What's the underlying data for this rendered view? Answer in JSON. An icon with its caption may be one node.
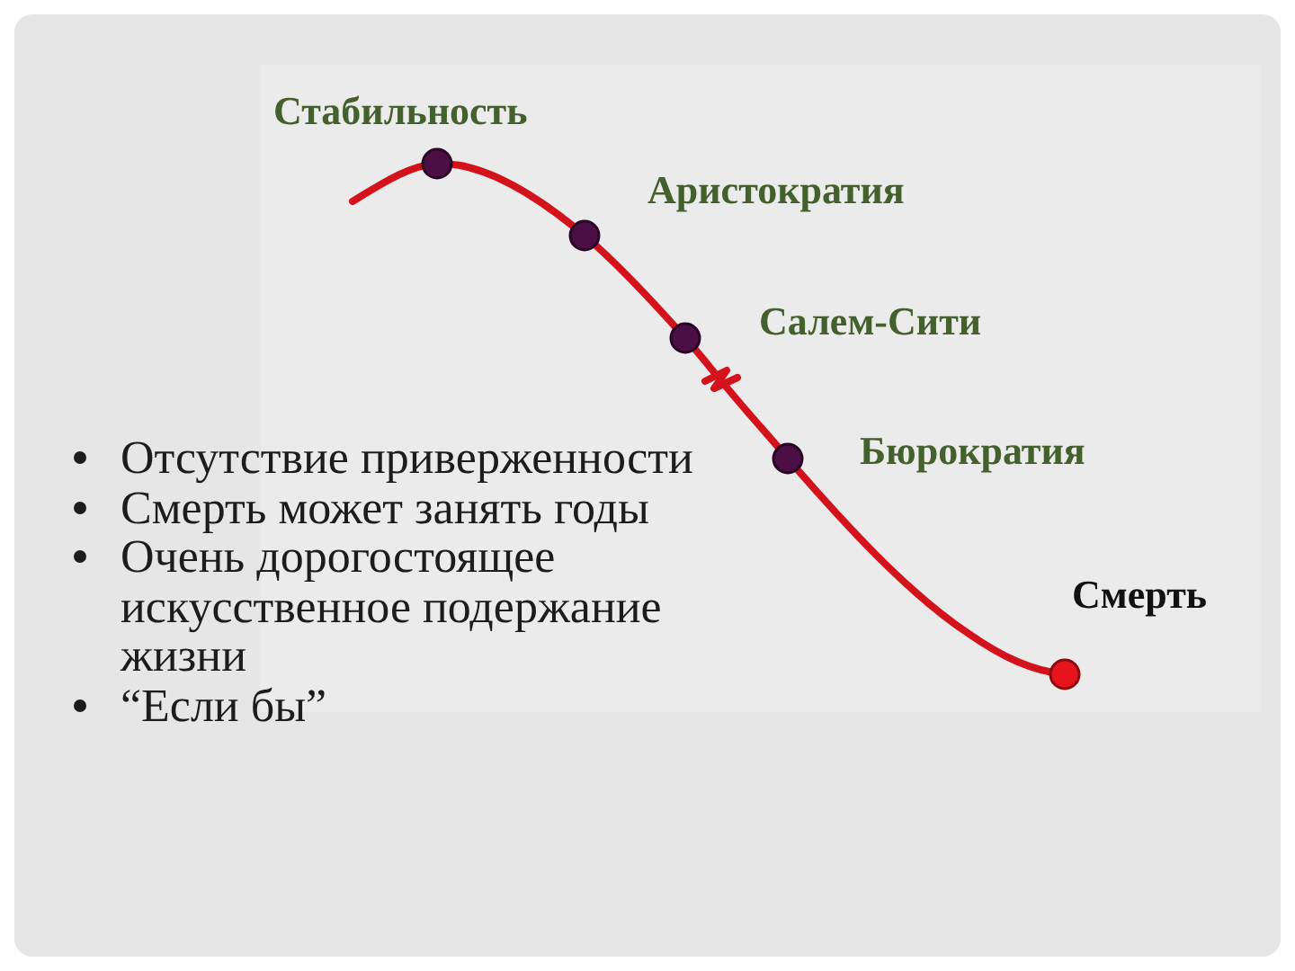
{
  "diagram": {
    "labels": [
      "Стабильность",
      "Аристократия",
      "Салем-Сити",
      "Бюрократия",
      "Смерть",
      "Отсутствие приверженности",
      "Смерть может занять годы",
      "Очень дорогостоящее искусственное подержание жизни",
      "“Если бы”"
    ]
  }
}
